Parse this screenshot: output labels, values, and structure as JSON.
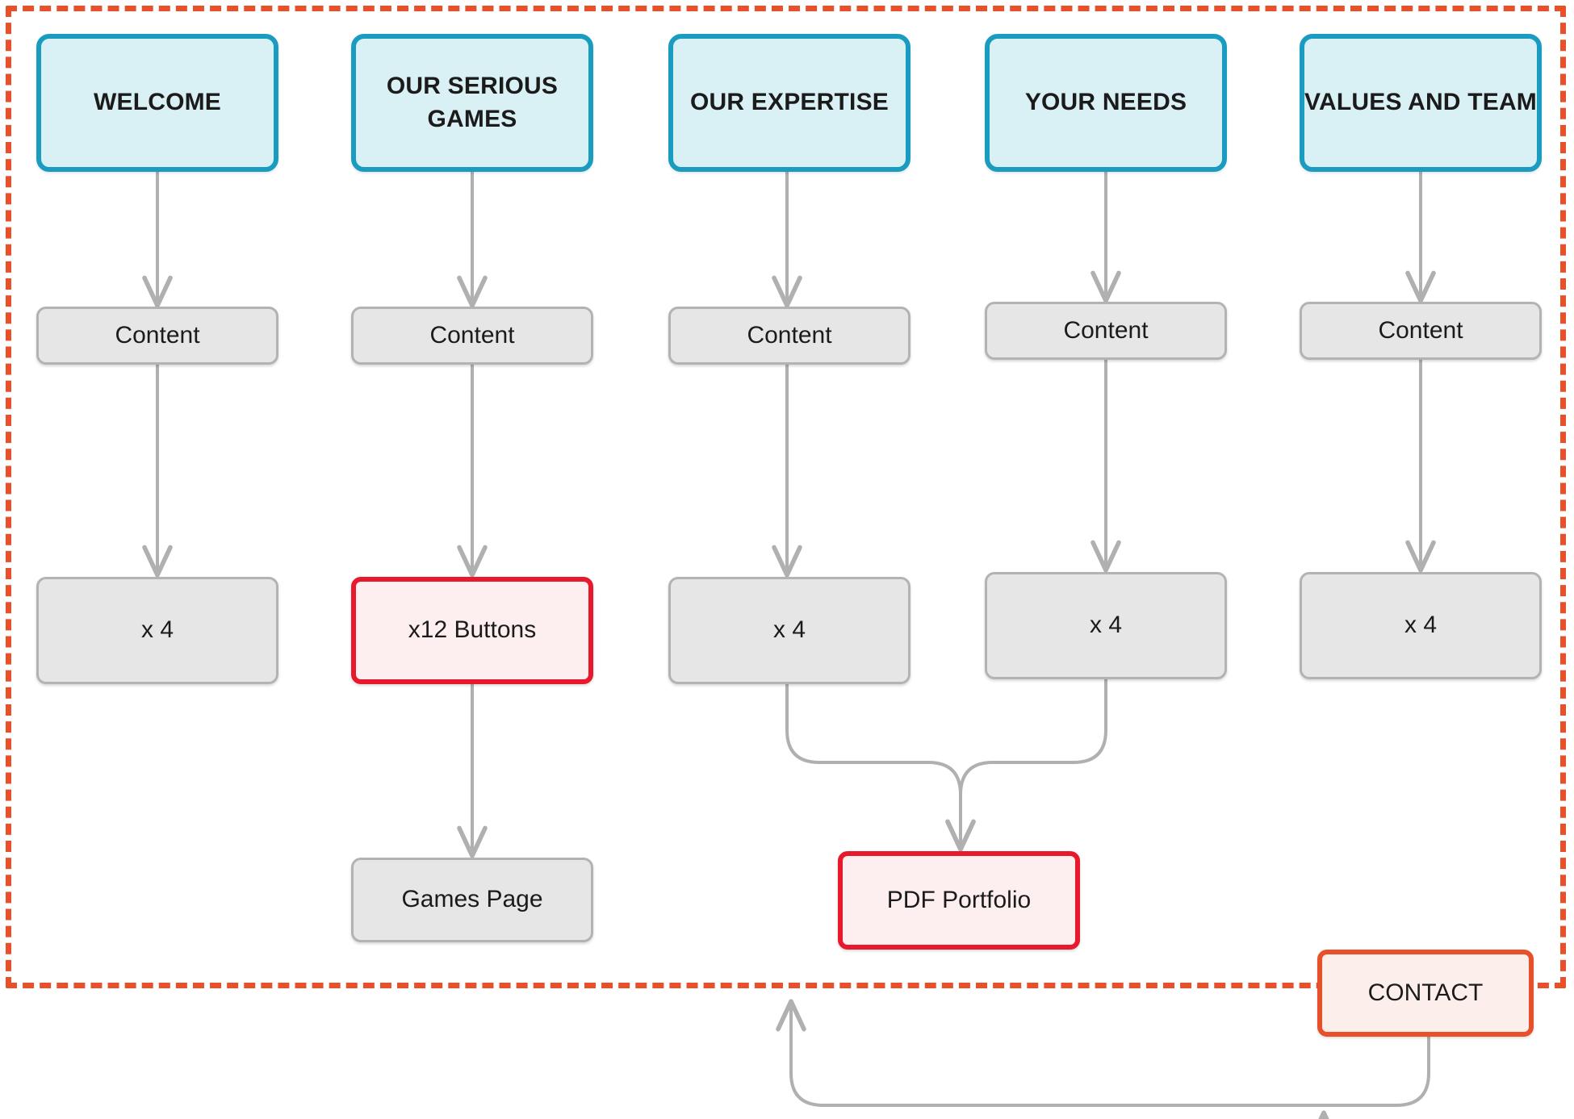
{
  "diagram": {
    "title": "Website structure flow diagram",
    "colors": {
      "zone_border": "#e8502a",
      "header_fill": "#d9f0f4",
      "header_border": "#1a9cc0",
      "grey_fill": "#e6e6e6",
      "grey_border": "#b3b3b3",
      "red_fill": "#fdeff0",
      "red_border": "#e8192c",
      "contact_fill": "#fcefeb",
      "contact_border": "#e8502a",
      "edge": "#b0b0b0",
      "text": "#1b1b1b",
      "background": "#ffffff"
    },
    "zone": {
      "name": "single-page-site-boundary",
      "style": "dashed"
    },
    "columns": [
      {
        "id": "welcome",
        "header": "WELCOME",
        "content": "Content",
        "leaf": "x 4",
        "leaf_style": "grey"
      },
      {
        "id": "our-serious-games",
        "header": "OUR SERIOUS GAMES",
        "content": "Content",
        "leaf": "x12 Buttons",
        "leaf_style": "red",
        "terminal": "Games Page"
      },
      {
        "id": "our-expertise",
        "header": "OUR EXPERTISE",
        "content": "Content",
        "leaf": "x 4",
        "leaf_style": "grey"
      },
      {
        "id": "your-needs",
        "header": "YOUR NEEDS",
        "content": "Content",
        "leaf": "x 4",
        "leaf_style": "grey"
      },
      {
        "id": "values-and-team",
        "header": "VALUES AND TEAM",
        "content": "Content",
        "leaf": "x 4",
        "leaf_style": "grey"
      }
    ],
    "outputs": {
      "pdf_portfolio": "PDF Portfolio",
      "contact": "CONTACT"
    }
  }
}
